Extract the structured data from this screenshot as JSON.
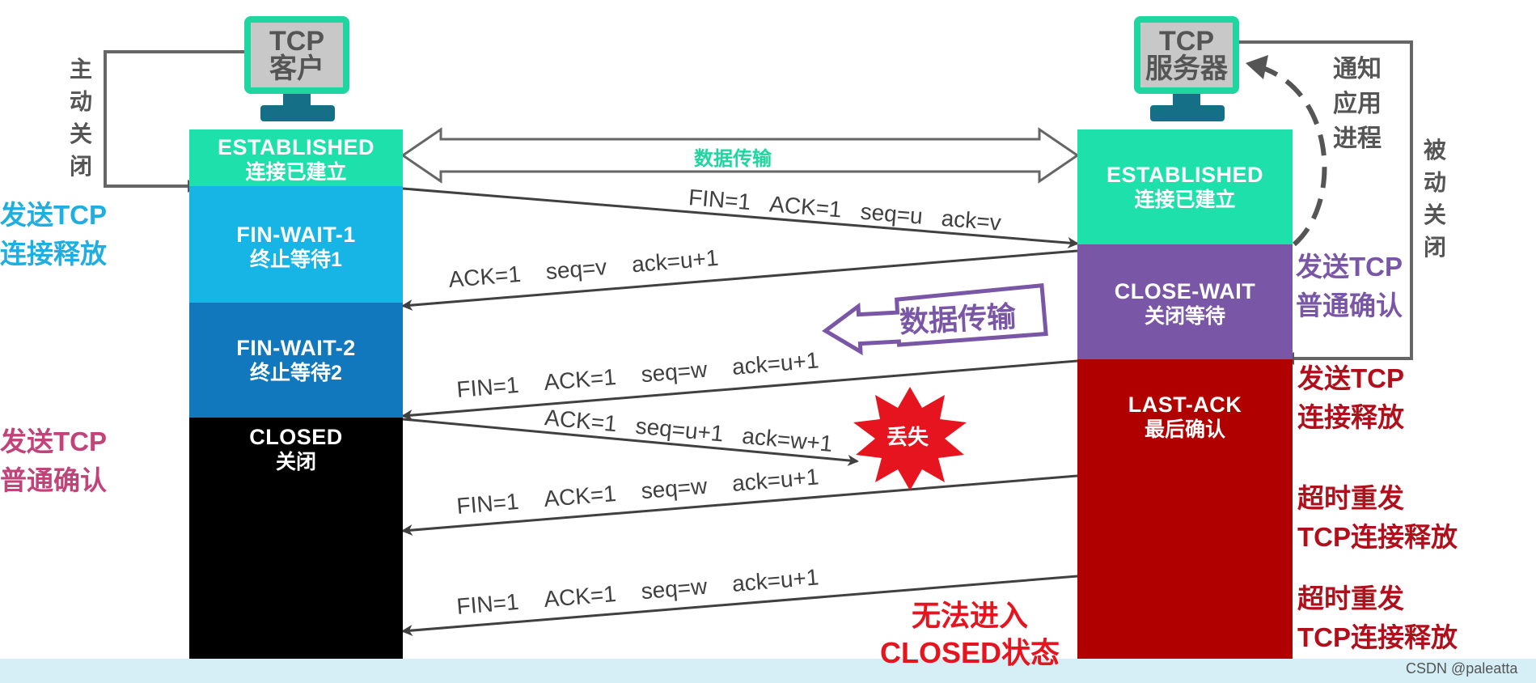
{
  "client": {
    "line1": "TCP",
    "line2": "客户"
  },
  "server": {
    "line1": "TCP",
    "line2": "服务器"
  },
  "left_vertical_label": "主动关闭",
  "right_vertical_label": "被动关闭",
  "notify_label": [
    "通知",
    "应用",
    "进程"
  ],
  "data_transfer_label": "数据传输",
  "data_transfer_callout": "数据传输",
  "lost_label": "丢失",
  "cannot_close_label": {
    "line1": "无法进入",
    "line2": "CLOSED状态"
  },
  "watermark": "CSDN @paleatta",
  "client_states": [
    {
      "en": "ESTABLISHED",
      "zh": "连接已建立"
    },
    {
      "en": "FIN-WAIT-1",
      "zh": "终止等待1"
    },
    {
      "en": "FIN-WAIT-2",
      "zh": "终止等待2"
    },
    {
      "en": "CLOSED",
      "zh": "关闭"
    }
  ],
  "server_states": [
    {
      "en": "ESTABLISHED",
      "zh": "连接已建立"
    },
    {
      "en": "CLOSE-WAIT",
      "zh": "关闭等待"
    },
    {
      "en": "LAST-ACK",
      "zh": "最后确认"
    }
  ],
  "messages": [
    {
      "parts": [
        "FIN=1",
        "ACK=1",
        "seq=u",
        "ack=v"
      ]
    },
    {
      "parts": [
        "ACK=1",
        "seq=v",
        "ack=u+1"
      ]
    },
    {
      "parts": [
        "FIN=1",
        "ACK=1",
        "seq=w",
        "ack=u+1"
      ]
    },
    {
      "parts": [
        "ACK=1",
        "seq=u+1",
        "ack=w+1"
      ]
    },
    {
      "parts": [
        "FIN=1",
        "ACK=1",
        "seq=w",
        "ack=u+1"
      ]
    },
    {
      "parts": [
        "FIN=1",
        "ACK=1",
        "seq=w",
        "ack=u+1"
      ]
    }
  ],
  "left_notes": [
    {
      "line1": "发送TCP",
      "line2": "连接释放",
      "color": "#1eaee0"
    },
    {
      "line1": "发送TCP",
      "line2": "普通确认",
      "color": "#c2437a"
    }
  ],
  "right_notes": [
    {
      "line1": "发送TCP",
      "line2": "普通确认",
      "color": "#7a56a6"
    },
    {
      "line1": "发送TCP",
      "line2": "连接释放",
      "color": "#b0101c"
    },
    {
      "line1": "超时重发",
      "line2": "TCP连接释放",
      "color": "#b0101c"
    },
    {
      "line1": "超时重发",
      "line2": "TCP连接释放",
      "color": "#b0101c"
    }
  ],
  "colors": {
    "established": "#1ee0ab",
    "fin_wait_1": "#17b4e6",
    "fin_wait_2": "#1278bd",
    "closed": "#000000",
    "close_wait": "#7a56a6",
    "last_ack": "#b00000",
    "monitor": "#1fd6a0"
  }
}
